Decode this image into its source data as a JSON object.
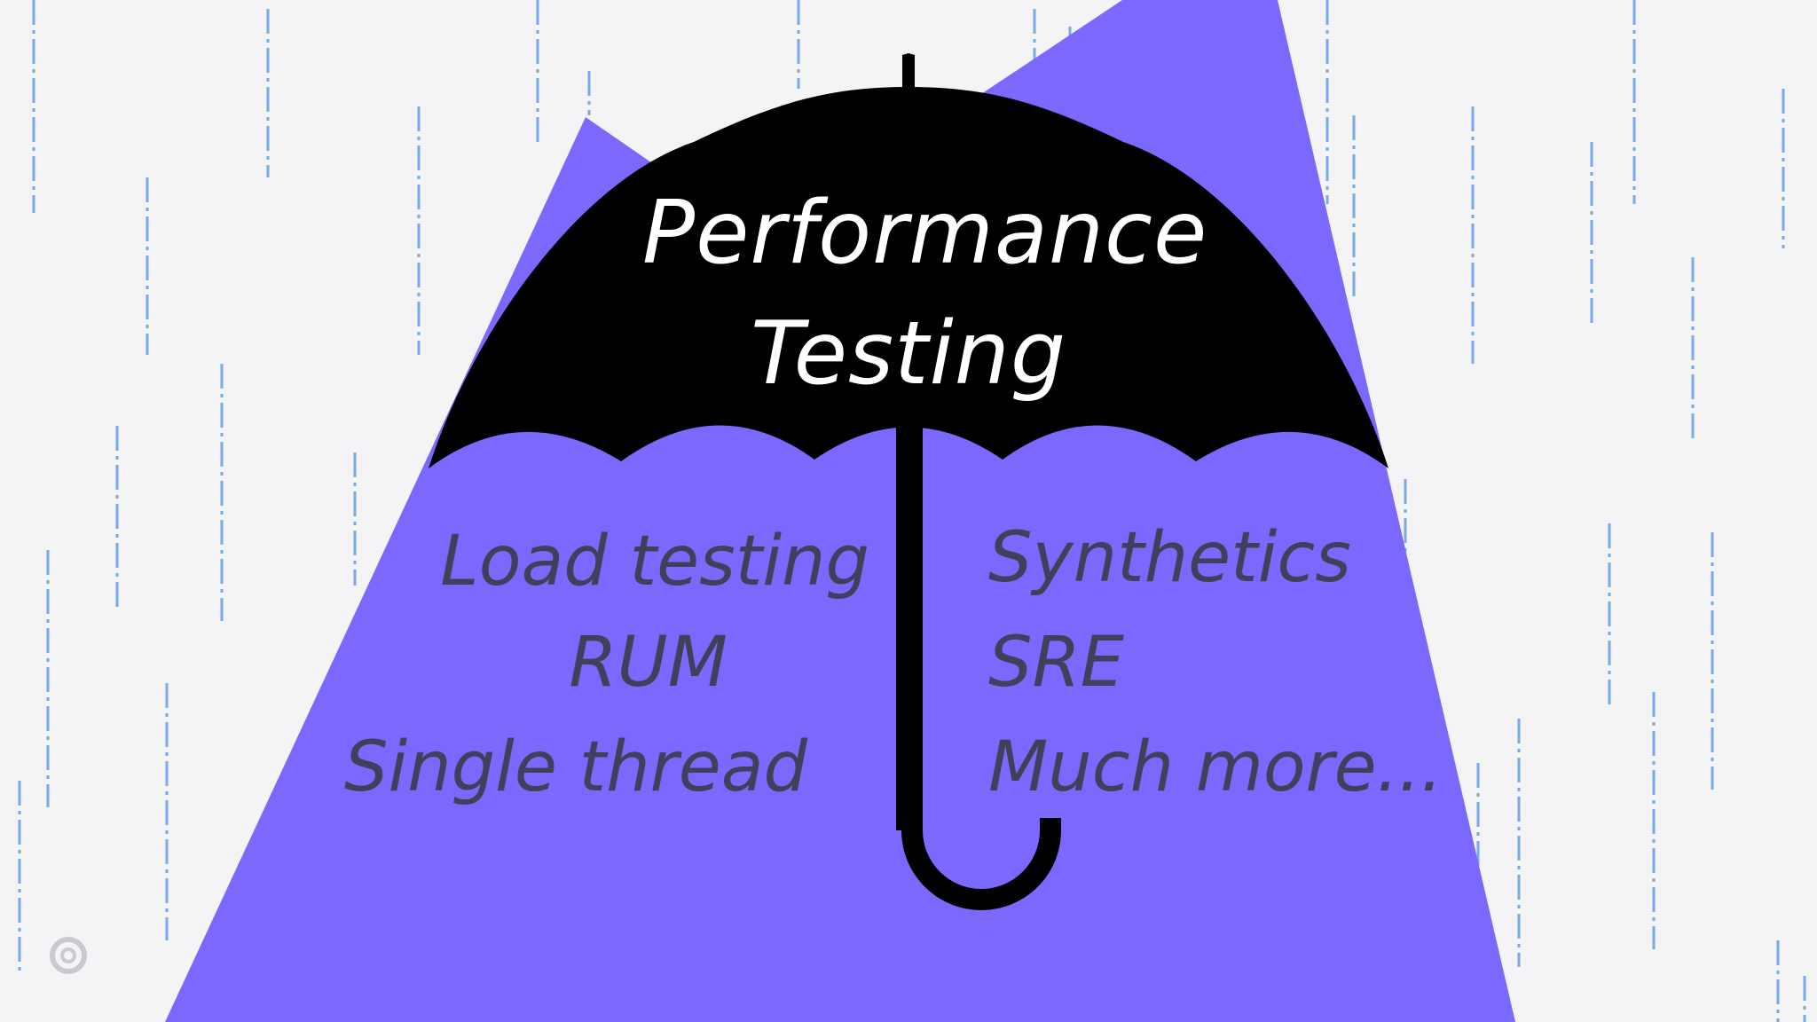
{
  "title": {
    "line1": "Performance",
    "line2": "Testing"
  },
  "left_items": [
    "Load testing",
    "RUM",
    "Single thread"
  ],
  "right_items": [
    "Synthetics",
    "SRE",
    "Much more..."
  ],
  "colors": {
    "background": "#f4f4f6",
    "mountain": "#7b68fc",
    "umbrella": "#000000",
    "rain": "#7aaae8",
    "title_text": "#ffffff",
    "item_text": "#40405a"
  },
  "icons": {
    "umbrella": "umbrella-icon",
    "logo": "grafana-logo-icon"
  }
}
